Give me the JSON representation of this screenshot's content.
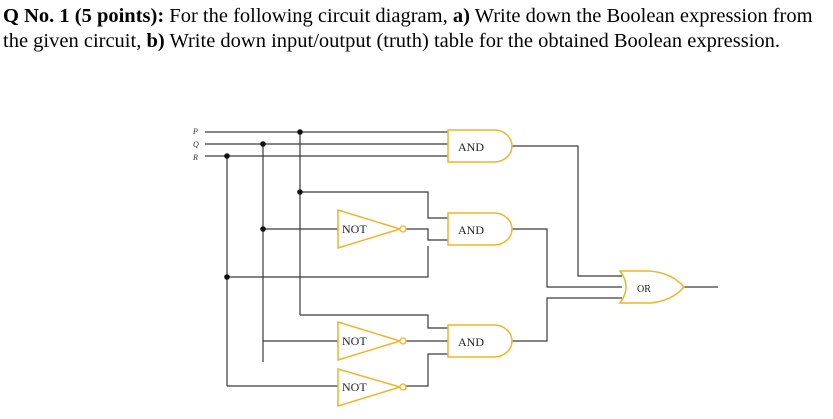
{
  "question": {
    "number": "Q No. 1 (5 points):",
    "intro": " For the following circuit diagram, ",
    "part_a_marker": "a)",
    "part_a_text": " Write down the Boolean expression from the given circuit, ",
    "part_b_marker": "b)",
    "part_b_text": " Write down input/output (truth) table for the obtained Boolean expression."
  },
  "circuit": {
    "inputs": [
      "P",
      "Q",
      "R"
    ],
    "gates": {
      "and1": "AND",
      "and2": "AND",
      "and3": "AND",
      "or1": "OR",
      "not1": "NOT",
      "not2": "NOT",
      "not3": "NOT"
    },
    "colors": {
      "wire": "#3a3a3a",
      "gate_outline": "#f0b429",
      "junction": "#111111"
    }
  }
}
